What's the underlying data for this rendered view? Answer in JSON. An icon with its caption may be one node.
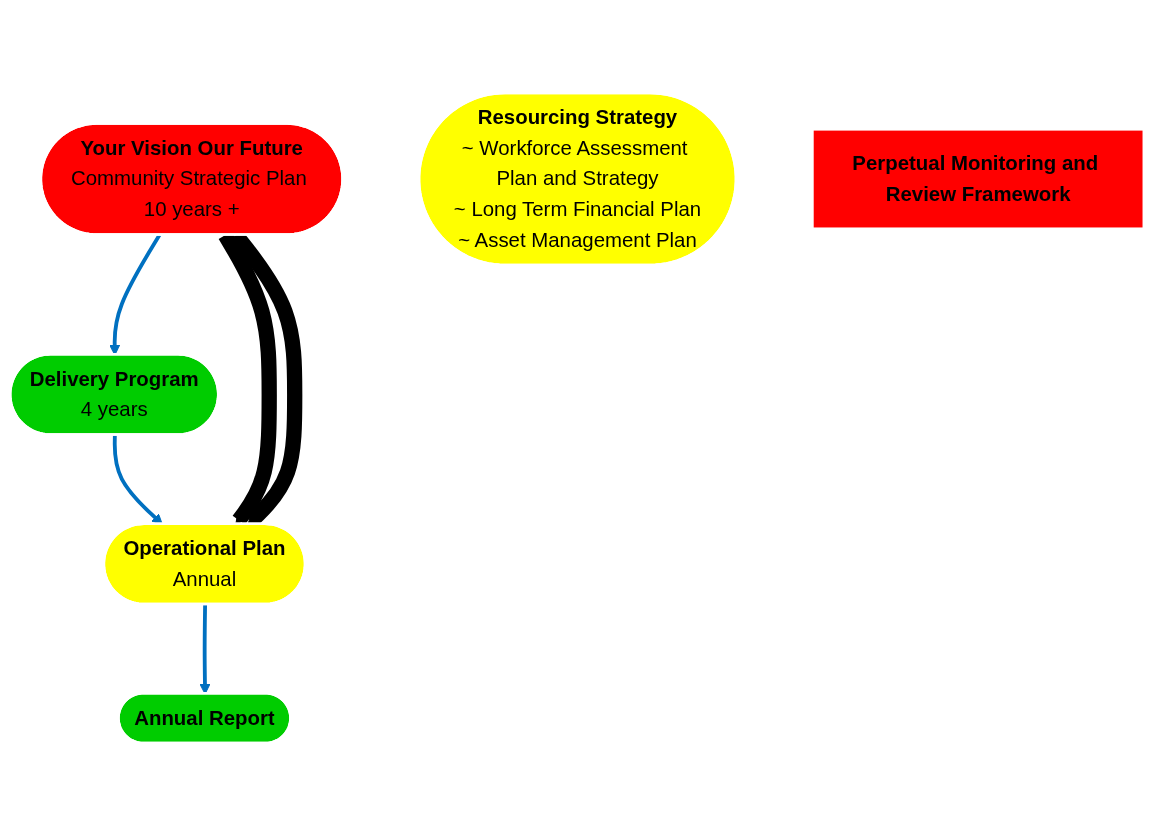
{
  "diagram": {
    "nodes": [
      {
        "text": [
          "Your Vision Our Future",
          "Community Strategic Plan 10 years +"
        ]
      },
      {
        "text": [
          "Resourcing Strategy",
          "~ Workforce Assessment Plan and Strategy",
          "~ Long Term Financial Plan",
          "~ Asset Management Plan"
        ]
      },
      {
        "text": [
          "Perpetual Monitoring and Review Framework"
        ]
      },
      {
        "text": [
          "Delivery Program",
          "4 years"
        ]
      },
      {
        "text": [
          "Operational Plan",
          "Annual"
        ]
      },
      {
        "text": [
          "Annual Report"
        ]
      }
    ],
    "edges": [
      {
        "from": 0,
        "to": 3,
        "arrow": "to"
      },
      {
        "from": 3,
        "to": 4,
        "arrow": "to"
      },
      {
        "from": 4,
        "to": 5,
        "arrow": "to"
      },
      {
        "from": 0,
        "to": 4,
        "arrow": "to",
        "style": "thick",
        "color": "#000000"
      },
      {
        "from": 0,
        "to": 4,
        "arrow": "to",
        "style": "thick",
        "color": "#000000"
      }
    ]
  }
}
